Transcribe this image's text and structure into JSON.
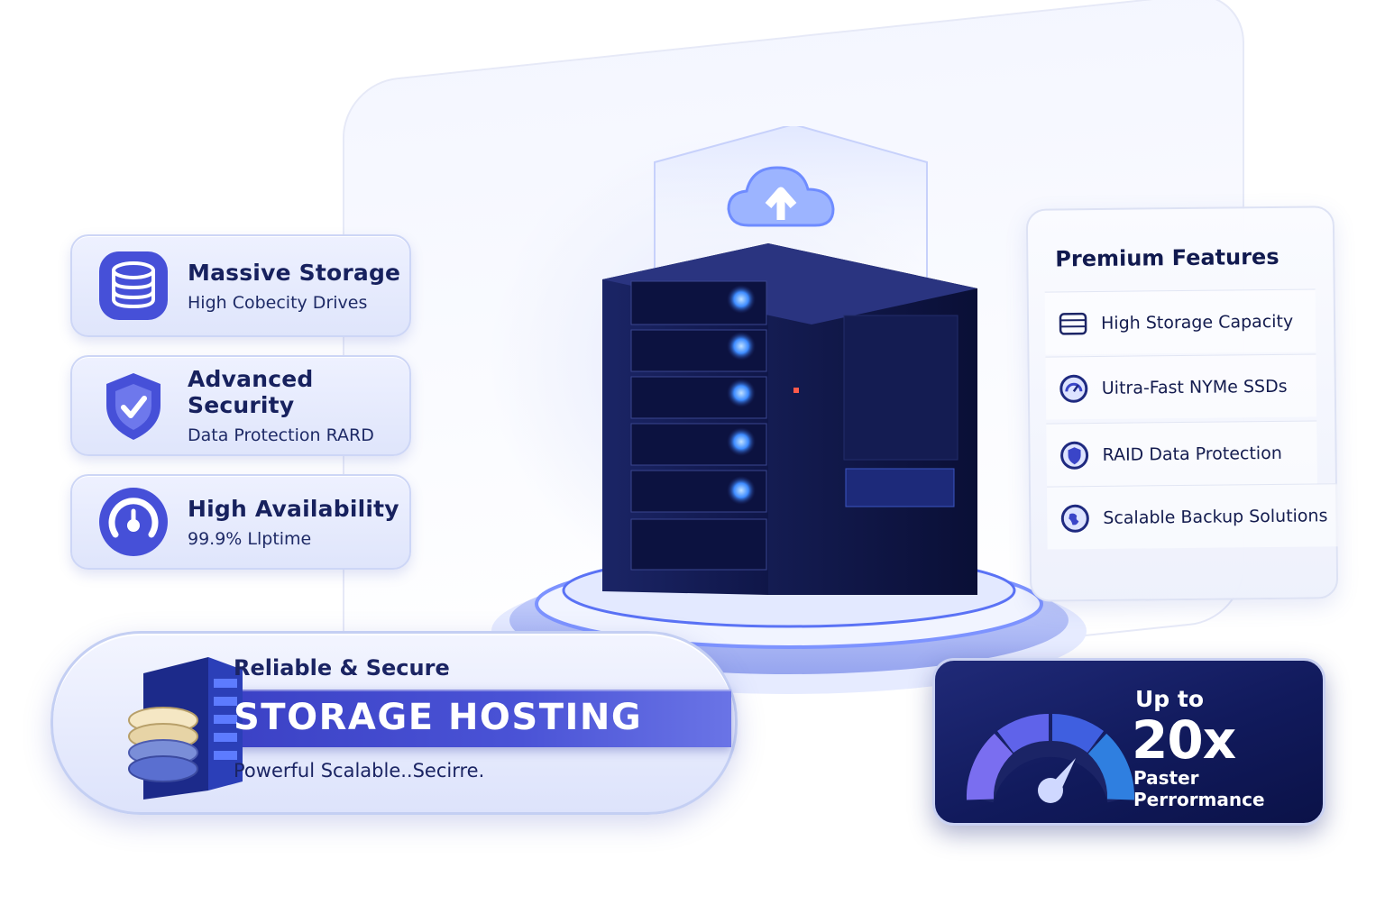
{
  "features": [
    {
      "title": "Massive Storage",
      "subtitle": "High Cobecity Drives",
      "icon": "database-icon"
    },
    {
      "title": "Advanced Security",
      "subtitle": "Data Protection RARD",
      "icon": "shield-check-icon"
    },
    {
      "title": "High Availability",
      "subtitle": "99.9% Llptime",
      "icon": "uptime-gauge-icon"
    }
  ],
  "banner": {
    "kicker": "Reliable & Secure",
    "title": "STORAGE HOSTING",
    "subtitle": "Powerful  Scalable..Secirre."
  },
  "premium": {
    "title": "Premium Features",
    "items": [
      {
        "label": "High Storage Capacity",
        "icon": "storage-stack-icon"
      },
      {
        "label": "Uitra-Fast NYMe SSDs",
        "icon": "speed-icon"
      },
      {
        "label": "RAID Data Protection",
        "icon": "shield-icon"
      },
      {
        "label": "Scalable Backup Solutions",
        "icon": "globe-icon"
      }
    ]
  },
  "performance": {
    "upto": "Up to",
    "value": "20x",
    "label": "Paster Perrormance"
  },
  "colors": {
    "accent": "#3a40c4",
    "navy": "#111a5c",
    "icon_blue": "#4650d8",
    "glow": "#6f8cff"
  }
}
